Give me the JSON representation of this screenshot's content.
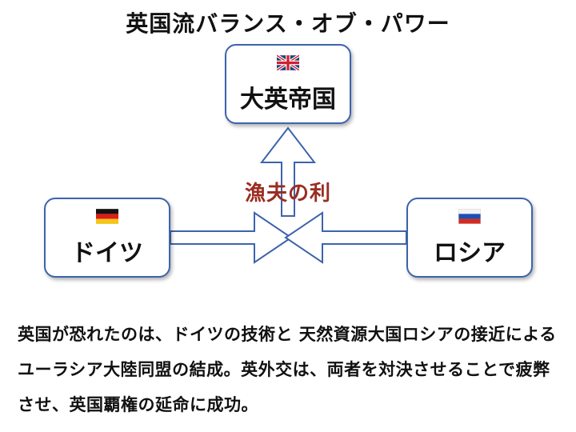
{
  "title": "英国流バランス・オブ・パワー",
  "nodes": {
    "uk": {
      "label": "大英帝国",
      "flag": "uk-flag-icon"
    },
    "germany": {
      "label": "ドイツ",
      "flag": "germany-flag-icon"
    },
    "russia": {
      "label": "ロシア",
      "flag": "russia-flag-icon"
    }
  },
  "benefit_label": "漁夫の利",
  "explanation": "英国が恐れたのは、ドイツの技術と 天然資源大国ロシアの接近によるユーラシア大陸同盟の結成。英外交は、両者を対決させることで疲弊させ、英国覇権の延命に成功。",
  "colors": {
    "box_border": "#3d63ad",
    "arrow_stroke": "#3d63ad",
    "benefit_text": "#9b2d22"
  }
}
